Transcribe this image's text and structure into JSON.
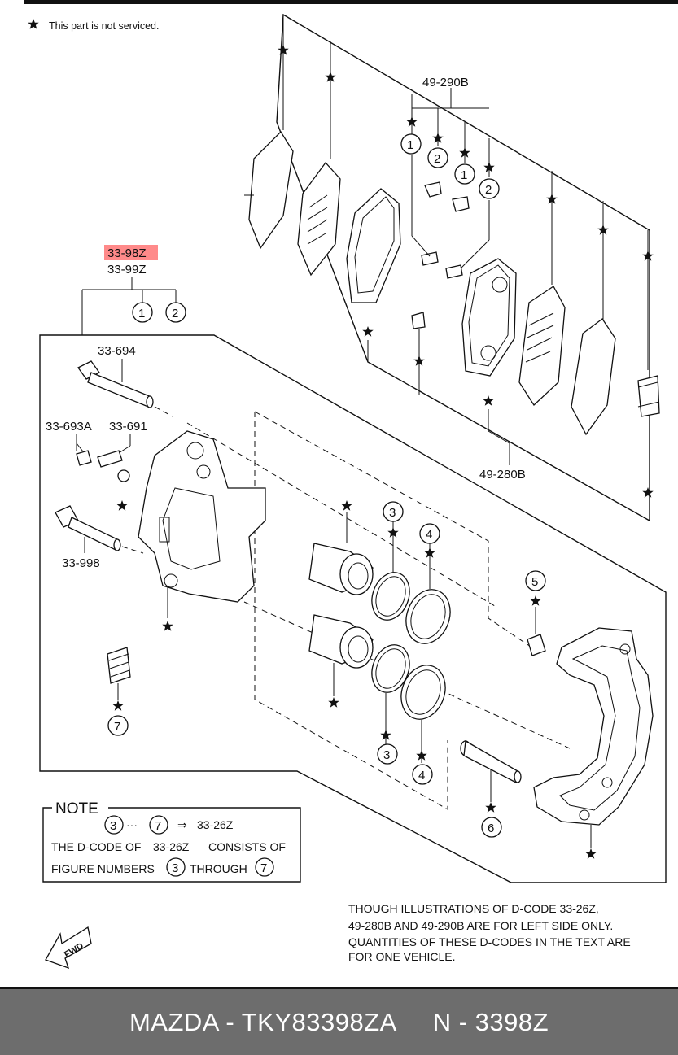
{
  "legend": {
    "star_note": "This part is not serviced."
  },
  "callouts": {
    "pad_set": "49-290B",
    "shim_set": "49-280B",
    "caliper_highlight": "33-98Z",
    "caliper_alt": "33-99Z",
    "guide_bolt_upper": "33-694",
    "bleeder_cap": "33-693A",
    "bleeder_screw": "33-691",
    "guide_bolt_lower": "33-998"
  },
  "figure_numbers": [
    "1",
    "2",
    "3",
    "4",
    "5",
    "6",
    "7"
  ],
  "note": {
    "title": "NOTE",
    "range_from": "3",
    "range_sep": "···",
    "range_to": "7",
    "arrow": "⇒",
    "range_code": "33-26Z",
    "line2_a": "THE D-CODE OF",
    "line2_code": "33-26Z",
    "line2_b": "CONSISTS OF",
    "line3_a": "FIGURE NUMBERS",
    "line3_from": "3",
    "line3_mid": "THROUGH",
    "line3_to": "7"
  },
  "disclaimer": [
    "THOUGH ILLUSTRATIONS OF D-CODE 33-26Z,",
    "49-280B AND 49-290B ARE FOR LEFT SIDE ONLY.",
    "QUANTITIES OF THESE D-CODES IN THE TEXT ARE",
    "FOR ONE VEHICLE."
  ],
  "fwd_label": "FWD",
  "footer": {
    "text": "MAZDA - TKY83398ZA     N - 3398Z"
  },
  "colors": {
    "highlight": "#ff8a8a",
    "footer_bg": "#6d6d6d",
    "ink": "#111111"
  }
}
